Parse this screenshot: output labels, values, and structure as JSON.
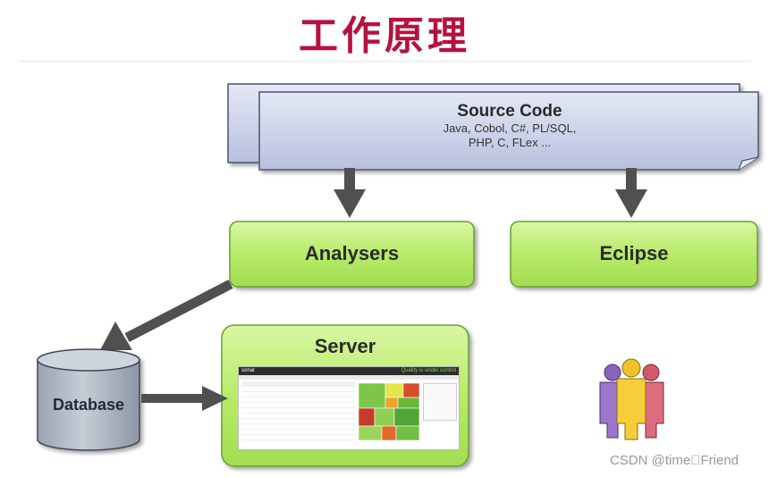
{
  "title": "工作原理",
  "source_code": {
    "title": "Source Code",
    "languages_line1": "Java, Cobol, C#, PL/SQL,",
    "languages_line2": "PHP, C, FLex ..."
  },
  "boxes": {
    "analysers": "Analysers",
    "eclipse": "Eclipse",
    "server": "Server",
    "database": "Database"
  },
  "server_screenshot": {
    "brand": "sonar",
    "top_right": "Quality is under control"
  },
  "footer": "CSDN @time\u0000Friend",
  "colors": {
    "title": "#b5123f",
    "green_box": "#b8ec6c",
    "page_fill": "#c4cbe4",
    "arrow": "#505050",
    "database": "#b7bfc9"
  },
  "icons": [
    "people-group-icon"
  ]
}
